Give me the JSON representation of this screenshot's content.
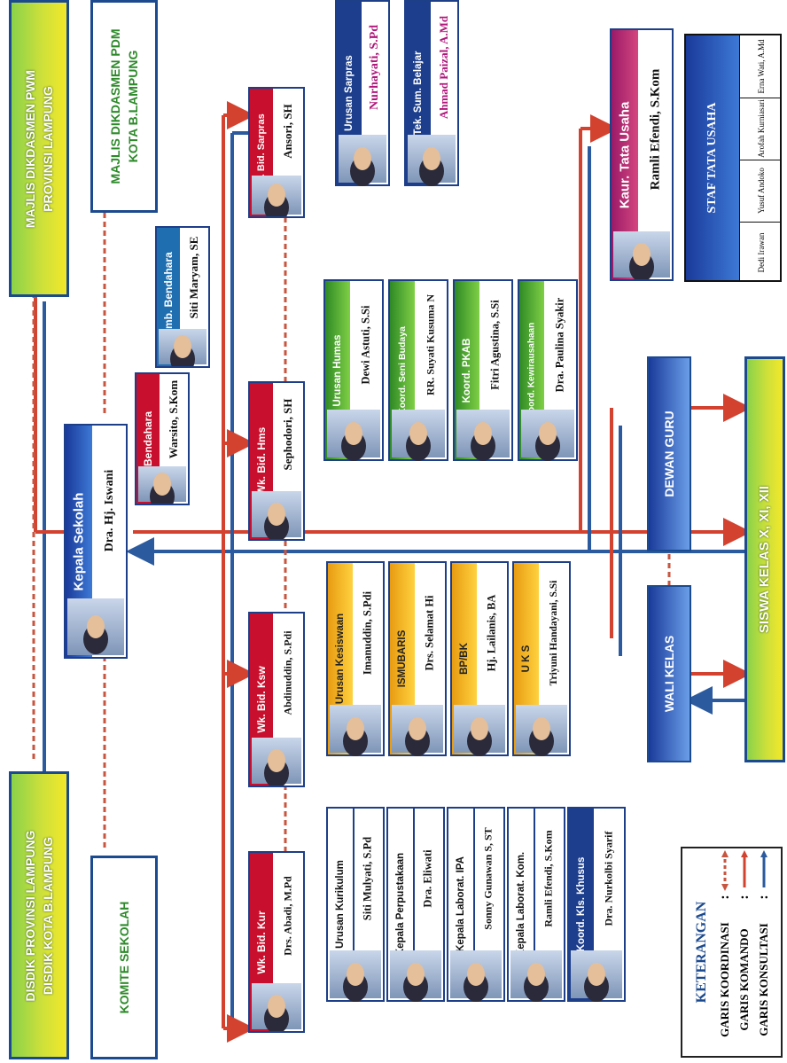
{
  "top_boxes": {
    "disdik": "DISDIK PROVINSI LAMPUNG\nDISDIK KOTA B.LAMPUNG",
    "komite": "KOMITE SEKOLAH",
    "majlis_pwm": "MAJLIS DIKDASMEN PWM\nPROVINSI LAMPUNG",
    "majlis_pdm": "MAJLIS DIKDASMEN PDM\nKOTA B.LAMPUNG"
  },
  "kepala": {
    "title": "Kepala Sekolah",
    "name": "Dra. Hj. Iswani"
  },
  "bendahara": {
    "title": "Bendahara",
    "name": "Warsito, S.Kom"
  },
  "pemb_bendahara": {
    "title": "Pemb. Bendahara",
    "name": "Siti Maryam, SE"
  },
  "wakil": {
    "kur": {
      "title": "Wk. Bid. Kur",
      "name": "Drs. Abadi, M.Pd"
    },
    "ksw": {
      "title": "Wk. Bid. Ksw",
      "name": "Abdinuddin, S.Pdi"
    },
    "hms": {
      "title": "Wk. Bid. Hms",
      "name": "Sephodori, SH"
    },
    "sarpras": {
      "title": "Wk. Bid. Sarpras",
      "name": "Ansori, SH"
    }
  },
  "kur_staff": [
    {
      "title": "Urusan Kurikulum",
      "name": "Siti Mulyati, S.Pd"
    },
    {
      "title": "Kepala Perpustakaan",
      "name": "Dra. Eliwati"
    },
    {
      "title": "Kepala Laborat. IPA",
      "name": "Sonny Gunawan S, ST"
    },
    {
      "title": "Kepala Laborat. Kom.",
      "name": "Ramli Efendi, S.Kom"
    },
    {
      "title": "Koord. Kls. Khusus",
      "name": "Dra. Nurkolbi Syarif"
    }
  ],
  "ksw_staff": [
    {
      "title": "Urusan Kesiswaan",
      "name": "Imanuddin, S.Pdi"
    },
    {
      "title": "ISMUBARIS",
      "name": "Drs. Selamat Hi"
    },
    {
      "title": "BP/BK",
      "name": "Hj. Lailanis, BA"
    },
    {
      "title": "U K S",
      "name": "Triyuni Handayani, S.Si"
    }
  ],
  "hms_staff": [
    {
      "title": "Urusan Humas",
      "name": "Dewi Astuti, S.Si"
    },
    {
      "title": "Koord. Seni Budaya",
      "name": "RR. Suyati Kusuma N"
    },
    {
      "title": "Koord. PKAB",
      "name": "Fitri Agustina, S.Si"
    },
    {
      "title": "Koord. Kewirausahaan",
      "name": "Dra. Paulina Syakir"
    }
  ],
  "sarpras_staff": [
    {
      "title": "Urusan Sarpras",
      "name": "Nurhayati, S.Pd"
    },
    {
      "title": "Tek. Sum. Belajar",
      "name": "Ahmad Paizal, A.Md"
    }
  ],
  "kaur": {
    "title": "Kaur. Tata Usaha",
    "name": "Ramli Efendi, S.Kom"
  },
  "staf_tu": {
    "title": "STAF TATA USAHA",
    "members": [
      "Erna Wati, A.Md",
      "Arofah Kurniasari",
      "Yusuf Andoko",
      "Dedi Irawan"
    ]
  },
  "dewan_guru": "DEWAN GURU",
  "wali_kelas": "WALI KELAS",
  "siswa": "SISWA KELAS X, XI, XII",
  "legend": {
    "title": "KETERANGAN",
    "items": [
      "GARIS KOORDINASI",
      "GARIS KOMANDO",
      "GARIS KONSULTASI"
    ],
    "colon": ":"
  },
  "colors": {
    "komando": "#d2422f",
    "konsultasi": "#2c5a9e",
    "koordinasi": "#c8553f"
  }
}
